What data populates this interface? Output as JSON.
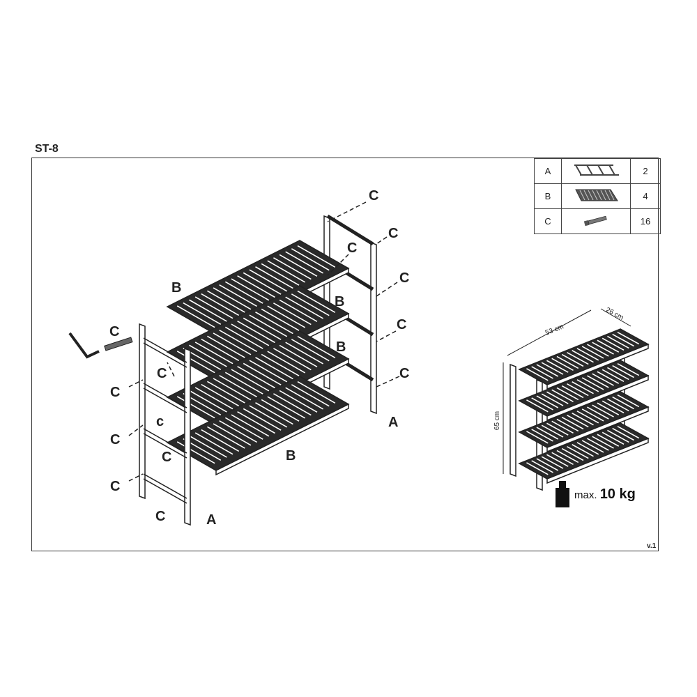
{
  "title": "ST-8",
  "version": "v.1",
  "parts": [
    {
      "letter": "A",
      "icon": "side-frame-ladder-icon",
      "qty": "2"
    },
    {
      "letter": "B",
      "icon": "slatted-shelf-icon",
      "qty": "4"
    },
    {
      "letter": "C",
      "icon": "screw-bolt-icon",
      "qty": "16"
    }
  ],
  "callouts": [
    "C",
    "C",
    "C",
    "C",
    "B",
    "C",
    "B",
    "C",
    "A",
    "B",
    "C",
    "C",
    "C",
    "c",
    "C",
    "C",
    "B",
    "C",
    "C",
    "A"
  ],
  "dimensions": {
    "width": "53 cm",
    "depth": "26 cm",
    "height": "65 cm"
  },
  "max_load": {
    "prefix": "max.",
    "value": "10 kg"
  }
}
